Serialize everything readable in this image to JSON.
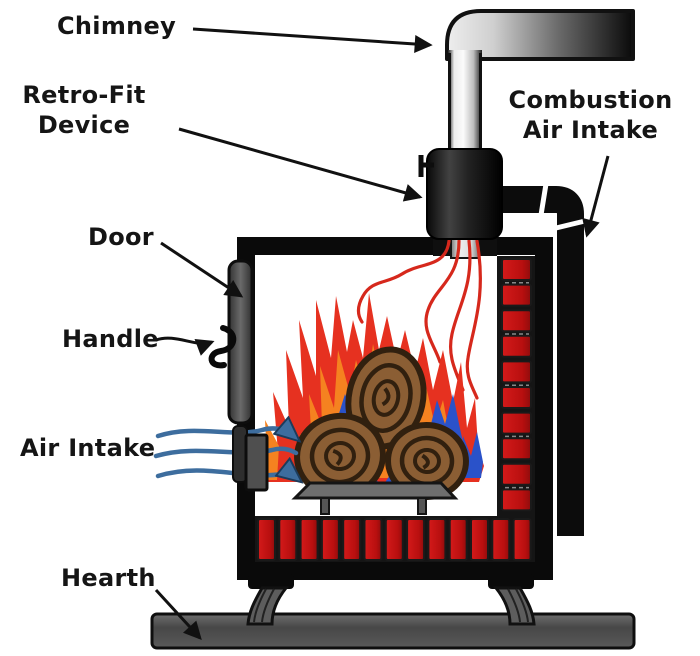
{
  "diagram": {
    "type": "labeled-illustration",
    "labels": {
      "chimney": "Chimney",
      "retrofit_line1": "Retro-Fit",
      "retrofit_line2": "Device",
      "combustion_line1": "Combustion",
      "combustion_line2": "Air Intake",
      "door": "Door",
      "handle": "Handle",
      "air_intake": "Air Intake",
      "hearth": "Hearth"
    },
    "colors": {
      "ink": "#151515",
      "brick_red": "#c41414",
      "flame_red": "#e63120",
      "flame_orange": "#f58220",
      "flame_blue": "#2a52c9",
      "log_brown": "#8b5e34",
      "log_ring_brown": "#31200f",
      "airflow_blue": "#3d6d9e",
      "metal_gray": "#4f4f4f",
      "hearth_gray": "#4a4a4a"
    }
  }
}
